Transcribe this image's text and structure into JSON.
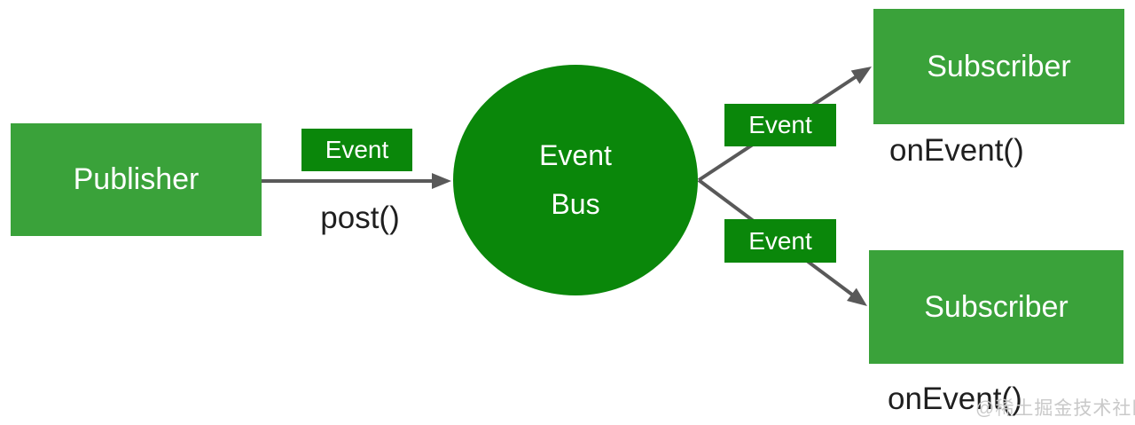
{
  "publisher": {
    "label": "Publisher",
    "method": "post()"
  },
  "bus": {
    "label_line1": "Event",
    "label_line2": "Bus"
  },
  "edges": {
    "publisher_event_label": "Event",
    "top_event_label": "Event",
    "bottom_event_label": "Event"
  },
  "subscribers": {
    "top": {
      "label": "Subscriber",
      "method": "onEvent()"
    },
    "bottom": {
      "label": "Subscriber",
      "method": "onEvent()"
    }
  },
  "watermark": "@稀土掘金技术社区",
  "colors": {
    "box_green": "#3AA23A",
    "dark_green": "#0A870A",
    "arrow_gray": "#595959",
    "method_text": "#1F1F1F",
    "label_text": "#FFFFFF",
    "watermark_gray": "#C9C9C9",
    "background": "#FFFFFF"
  }
}
